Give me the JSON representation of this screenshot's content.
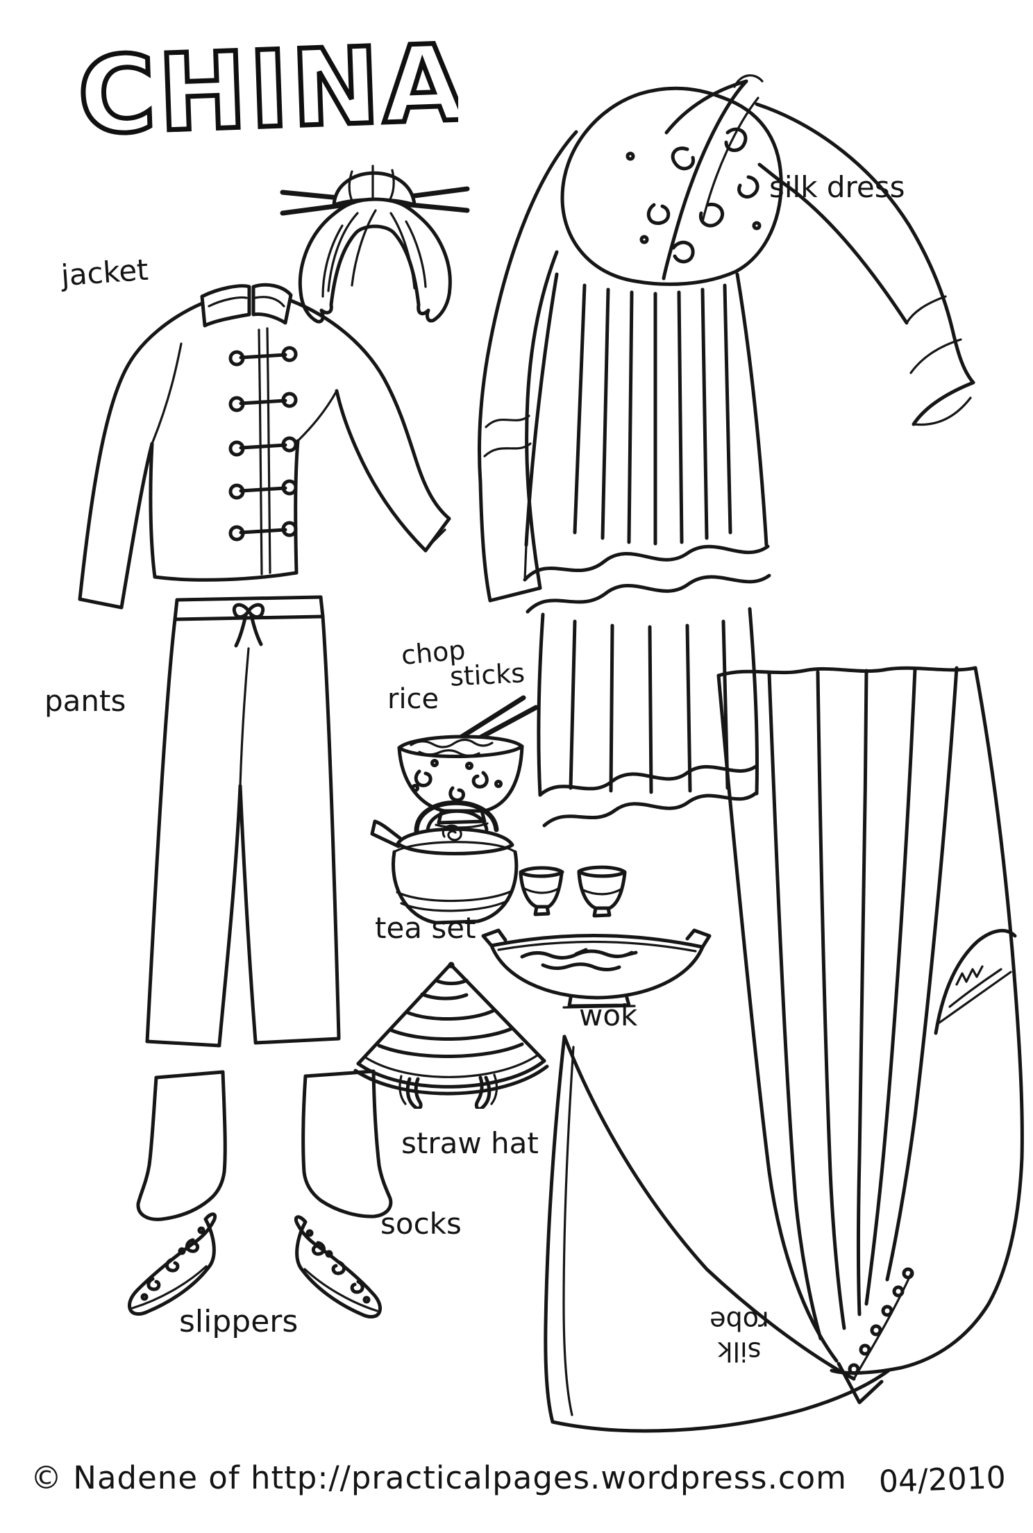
{
  "page": {
    "title": "CHINA",
    "credit": "© Nadene of http://practicalpages.wordpress.com",
    "date": "04/2010",
    "colors": {
      "ink": "#161616",
      "paper": "#ffffff"
    }
  },
  "labels": {
    "jacket": "jacket",
    "silk_dress": "silk dress",
    "pants": "pants",
    "chop": "chop",
    "sticks": "sticks",
    "rice": "rice",
    "tea_set": "tea set",
    "wok": "wok",
    "straw_hat": "straw hat",
    "socks": "socks",
    "slippers": "slippers",
    "silk_robe_1": "silk",
    "silk_robe_2": "robe"
  },
  "drawings": {
    "hair": "hair bun with hair sticks",
    "jacket": "mandarin-collar jacket with frog buttons",
    "pants": "drawstring pants",
    "silk_dress": "silk dress with swirl bodice and draping sleeves",
    "rice_bowl": "decorated rice bowl with chopsticks",
    "teapot": "teapot with top handle",
    "tea_cups": "two tea cups",
    "wok": "wok with stir-fry",
    "straw_hat": "conical straw hat with chin straps",
    "socks": "pair of socks",
    "slippers": "pair of embroidered slippers",
    "silk_robe": "long pleated silk robe"
  }
}
